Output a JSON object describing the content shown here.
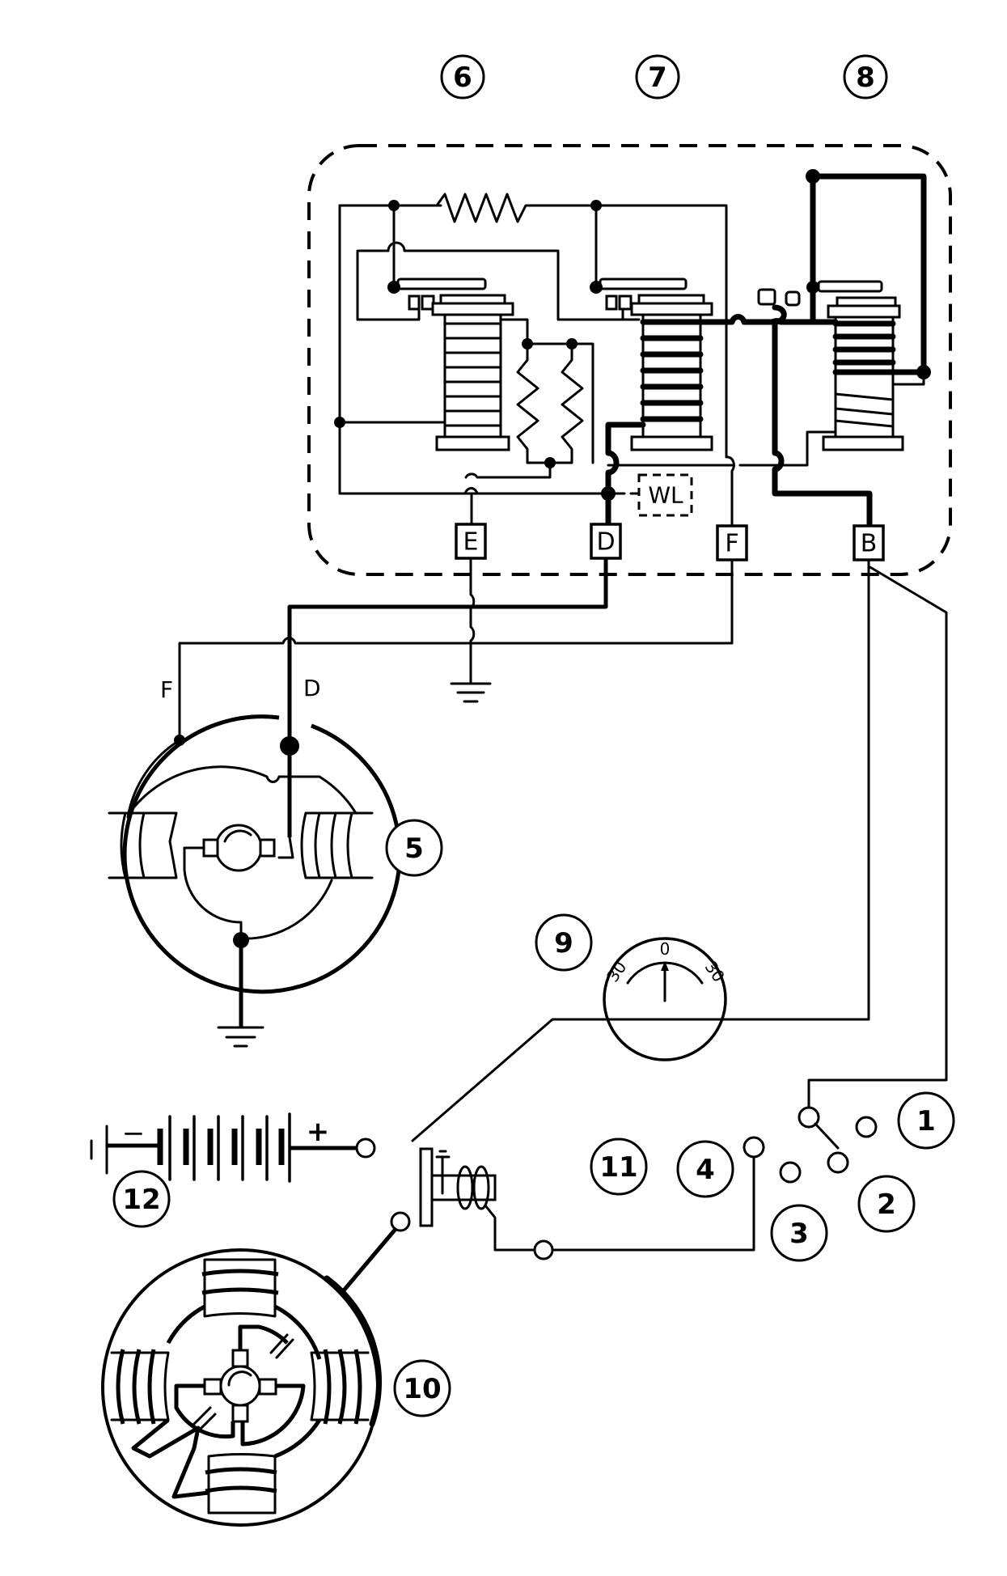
{
  "diagram": {
    "title": "Dynamo charging circuit with control box, ammeter, ignition switch, battery and starter",
    "callouts": {
      "c1": "1",
      "c2": "2",
      "c3": "3",
      "c4": "4",
      "c5": "5",
      "c6": "6",
      "c7": "7",
      "c8": "8",
      "c9": "9",
      "c10": "10",
      "c11": "11",
      "c12": "12"
    },
    "control_box": {
      "terminals": {
        "e": "E",
        "d": "D",
        "f": "F",
        "b": "B"
      },
      "warning_lamp": "WL"
    },
    "dynamo": {
      "field_label": "F",
      "output_label": "D"
    },
    "ammeter": {
      "scale_left": "30",
      "scale_center": "0",
      "scale_right": "30"
    },
    "battery": {
      "negative": "−",
      "positive": "+"
    }
  }
}
